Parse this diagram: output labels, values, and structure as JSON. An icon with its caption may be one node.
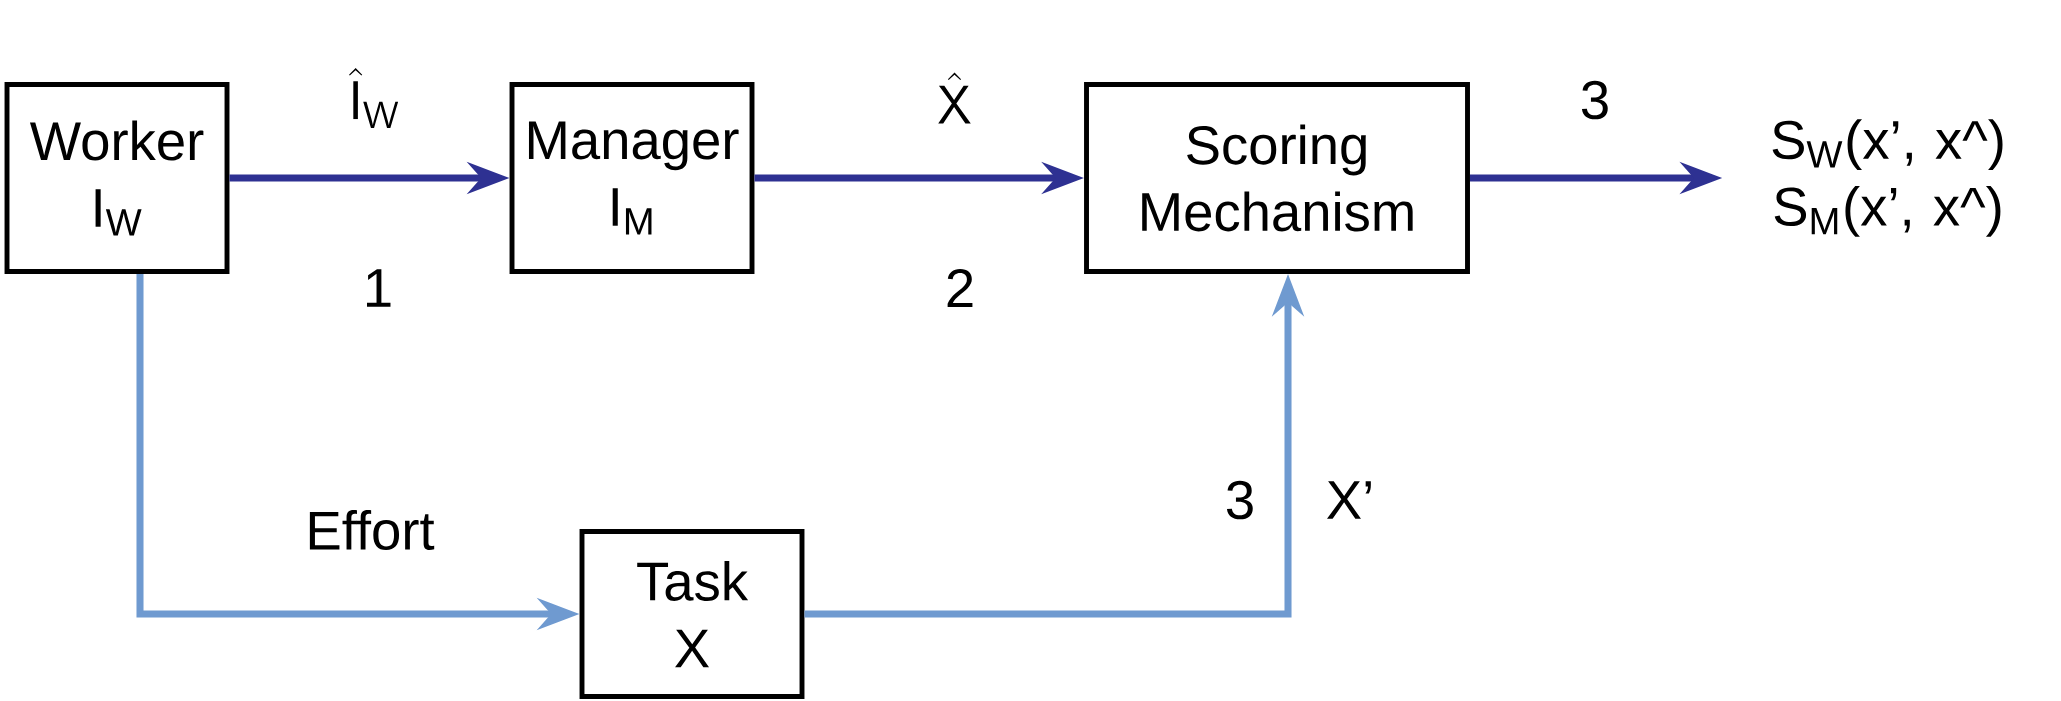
{
  "diagram": {
    "nodes": [
      {
        "text": [
          "Worker",
          "I$_{W}$"
        ]
      },
      {
        "text": [
          "Manager",
          "I$_{M}$"
        ]
      },
      {
        "text": [
          "Scoring Mechanism"
        ]
      },
      {
        "text": [
          "Task",
          "X"
        ]
      },
      {
        "text": [
          "S$_{W}$(x’, x^)",
          "S$_{M}$(x’, x^)"
        ]
      }
    ],
    "edges": [
      {
        "from": 0,
        "to": 1,
        "arrow": "to",
        "label": "\\hat{\\mathsf{I}}_{\\mathsf{W}}"
      },
      {
        "from": 1,
        "to": 2,
        "arrow": "to",
        "label": "\\hat{\\mathsf{X}}"
      },
      {
        "from": 2,
        "to": 4,
        "arrow": "to",
        "label": "3"
      },
      {
        "from": 0,
        "to": 3,
        "arrow": "to",
        "label": "Effort",
        "color": "#6f9ad0"
      },
      {
        "from": 3,
        "to": 2,
        "arrow": "to",
        "label": "X’",
        "color": "#6f9ad0"
      }
    ],
    "labels": [
      "1",
      "2",
      "3"
    ]
  }
}
